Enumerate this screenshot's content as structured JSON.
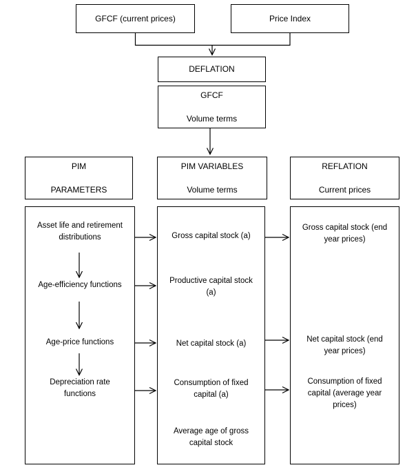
{
  "colors": {
    "background": "#ffffff",
    "line": "#000000",
    "text": "#000000"
  },
  "flowchart": {
    "inputs": {
      "gfcf_current": "GFCF (current prices)",
      "price_index": "Price Index"
    },
    "deflation": "DEFLATION",
    "gfcf_volume": "GFCF\n\nVolume terms",
    "headers": {
      "pim_parameters": "PIM\n\nPARAMETERS",
      "pim_variables": "PIM VARIABLES\n\nVolume terms",
      "reflation": "REFLATION\n\nCurrent prices"
    },
    "pim_parameters_items": [
      "Asset life and retirement\ndistributions",
      "Age-efficiency functions",
      "Age-price functions",
      "Depreciation rate\nfunctions"
    ],
    "pim_variables_items": [
      "Gross capital stock (a)",
      "Productive capital stock\n(a)",
      "Net capital stock (a)",
      "Consumption of fixed\ncapital (a)",
      "Average age of gross\ncapital stock"
    ],
    "reflation_items": [
      "Gross capital stock (end\nyear prices)",
      "Net capital stock (end\nyear prices)",
      "Consumption of fixed\ncapital (average year\nprices)"
    ]
  }
}
